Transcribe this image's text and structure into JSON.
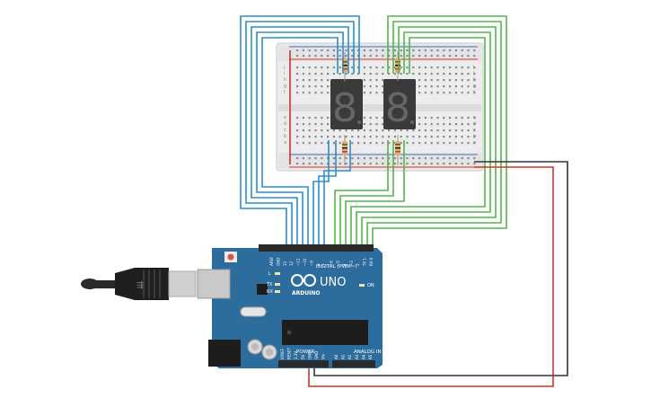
{
  "arduino": {
    "board_name": "UNO",
    "brand": "ARDUINO",
    "digital_label": "DIGITAL (PWM~)",
    "power_label": "POWER",
    "analog_label": "ANALOG IN",
    "led_l": "L",
    "led_tx": "TX",
    "led_rx": "RX",
    "on_label": "ON",
    "digital_pins": [
      "AREF",
      "GND",
      "13",
      "12",
      "~11",
      "~10",
      "~9",
      "8",
      "7",
      "~6",
      "~5",
      "4",
      "~3",
      "2",
      "TX 1",
      "RX 0"
    ],
    "power_pins": [
      "IOREF",
      "RESET",
      "3.3V",
      "5V",
      "GND",
      "GND",
      "Vin"
    ],
    "analog_pins": [
      "A0",
      "A1",
      "A2",
      "A3",
      "A4",
      "A5"
    ]
  },
  "breadboard": {
    "row_letters_top": [
      "j",
      "i",
      "h",
      "g",
      "f"
    ],
    "row_letters_bottom": [
      "e",
      "d",
      "c",
      "b",
      "a"
    ]
  },
  "displays": [
    {
      "digit": "8"
    },
    {
      "digit": "8"
    }
  ],
  "colors": {
    "wire_blue": "#2a8fc9",
    "wire_green": "#52b848",
    "wire_red": "#d1312b",
    "wire_black": "#333333",
    "board_blue": "#2d6d9e",
    "breadboard": "#e9e9e9",
    "display_body": "#3c3c3c",
    "resistor": "#d8b46a"
  }
}
